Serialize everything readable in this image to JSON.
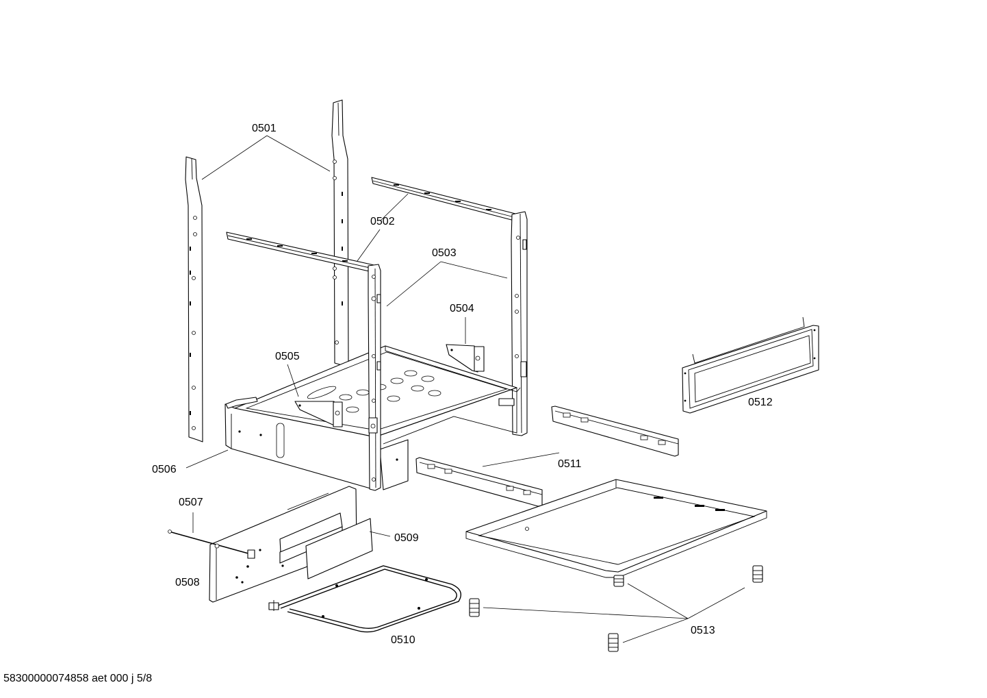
{
  "diagram": {
    "labels": {
      "p0501": "0501",
      "p0502": "0502",
      "p0503": "0503",
      "p0504": "0504",
      "p0505": "0505",
      "p0506": "0506",
      "p0507": "0507",
      "p0508": "0508",
      "p0509": "0509",
      "p0510": "0510",
      "p0511": "0511",
      "p0512": "0512",
      "p0513": "0513"
    }
  },
  "footer": {
    "document_ref": "58300000074858 aet 000 j 5/8"
  }
}
